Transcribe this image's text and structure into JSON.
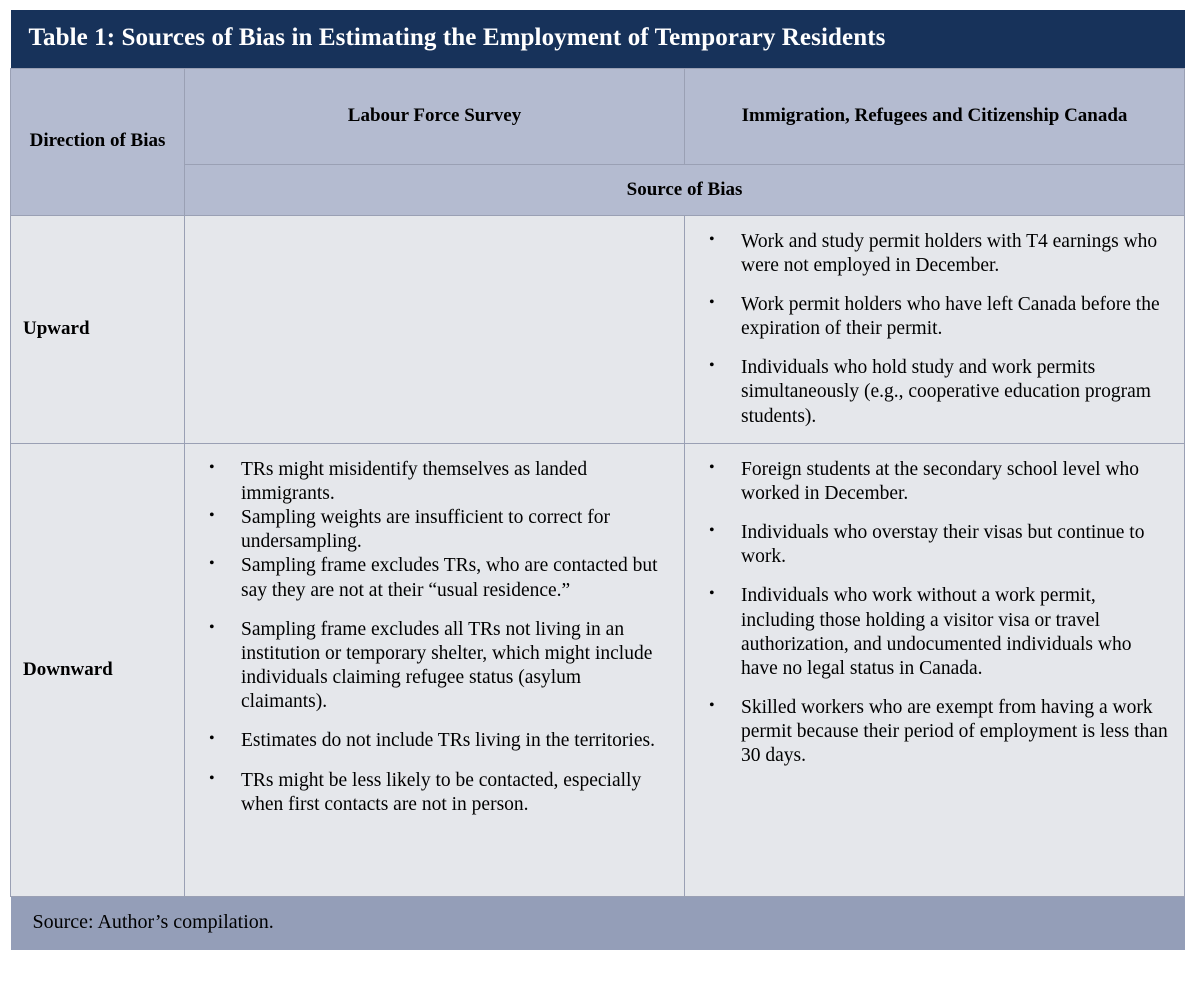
{
  "table": {
    "title": "Table 1: Sources of Bias in Estimating the Employment of Temporary Residents",
    "colors": {
      "title_band": "#17325A",
      "header_band": "#B4BBD0",
      "body_cell": "#E5E7EB",
      "footer_band": "#949EB8",
      "border": "#9AA0B4",
      "title_text": "#FFFFFF",
      "body_text": "#000000"
    },
    "headers": {
      "direction_of_bias": "Direction of Bias",
      "labour_force_survey": "Labour Force Survey",
      "ircc": "Immigration, Refugees and Citizenship Canada",
      "source_of_bias": "Source of Bias"
    },
    "rows": [
      {
        "direction": "Upward",
        "lfs_bullets": [],
        "ircc_bullets": [
          "Work and study permit holders with T4 earnings who were not employed in December.",
          "Work permit holders who have left Canada before the expiration of their permit.",
          "Individuals who hold study and work permits simultaneously (e.g., cooperative education program students)."
        ]
      },
      {
        "direction": "Downward",
        "lfs_bullets": [
          "TRs might misidentify themselves as landed immigrants.",
          "Sampling weights are insufficient to correct for undersampling.",
          "Sampling frame excludes TRs, who are contacted but say they are not at their “usual residence.”",
          "Sampling frame excludes all TRs not living in an institution or temporary shelter, which might include individuals claiming refugee status (asylum claimants).",
          "Estimates do not include TRs living in the territories.",
          "TRs might be less likely to be contacted, especially when first contacts are not in person."
        ],
        "ircc_bullets": [
          "Foreign students at the secondary school level who worked in December.",
          "Individuals who overstay their visas but continue to work.",
          "Individuals who work without a work permit, including those holding a visitor visa or travel authorization, and undocumented individuals who have no legal status in Canada.",
          "Skilled workers who are exempt from having a work permit because their period of employment is less than 30 days."
        ]
      }
    ],
    "footer": "Source: Author’s compilation."
  }
}
